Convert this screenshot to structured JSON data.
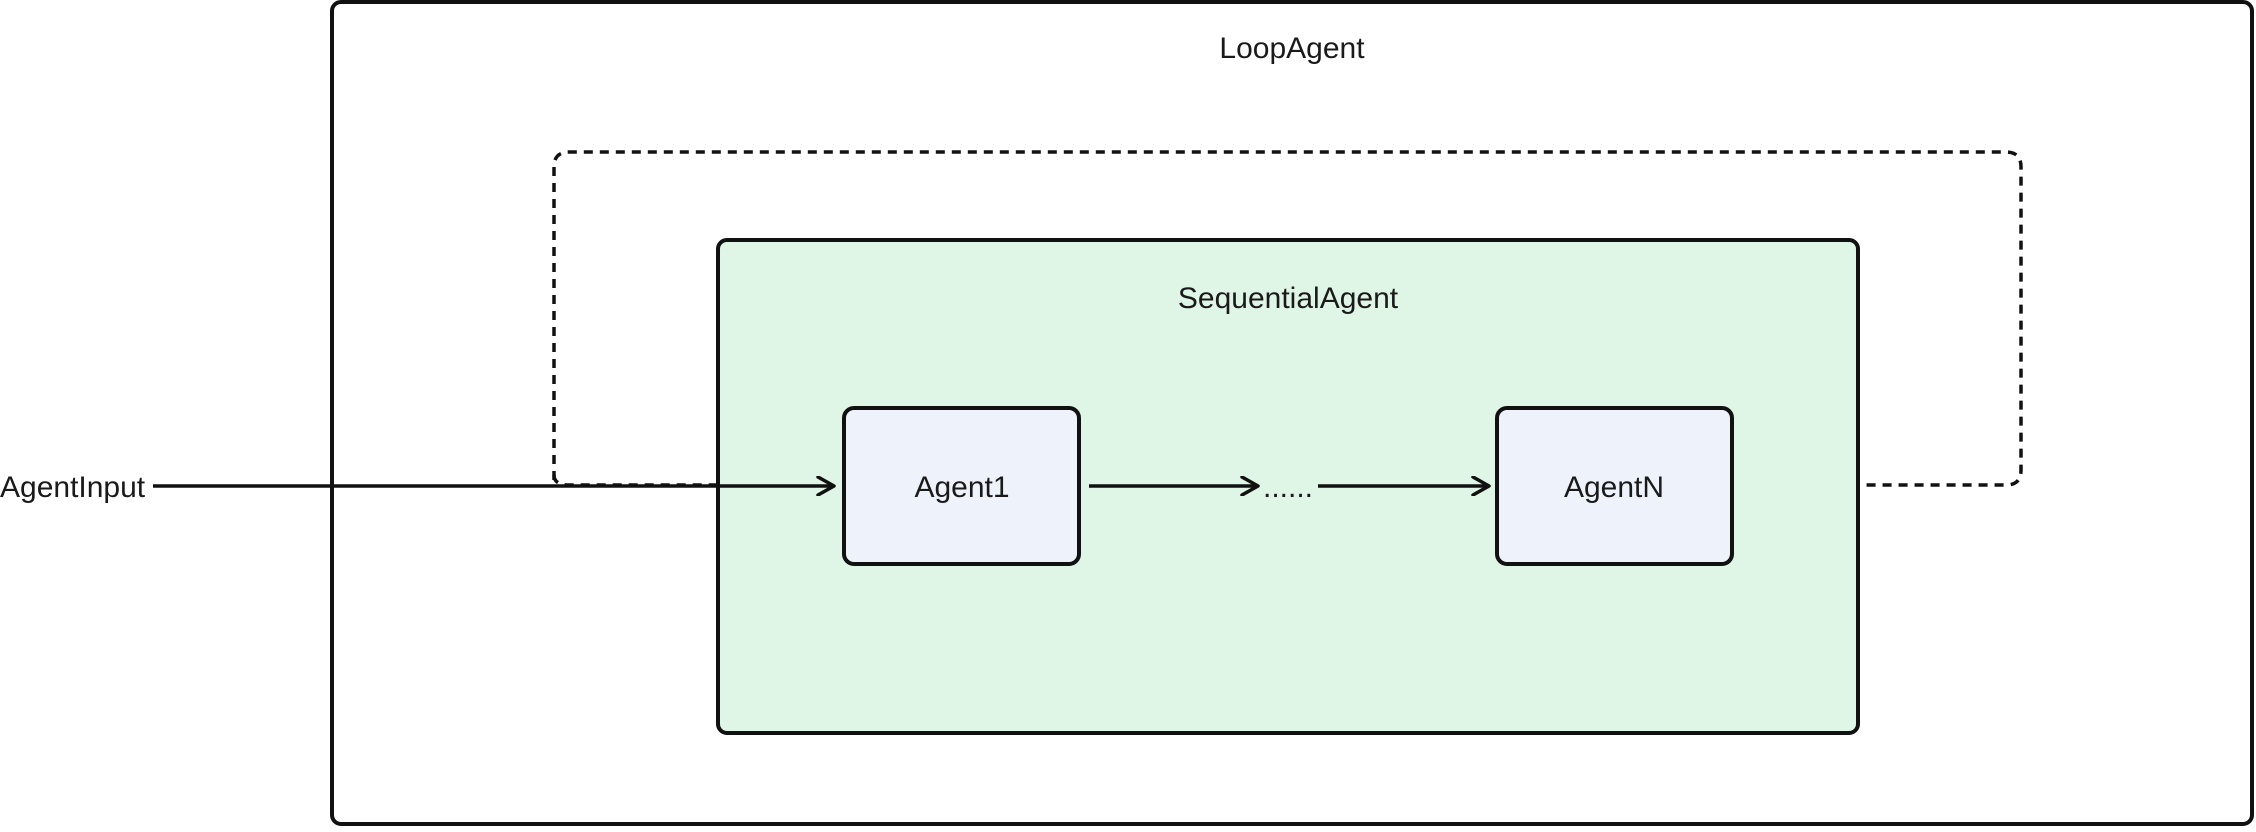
{
  "diagram": {
    "input_label": "AgentInput",
    "loop_agent_label": "LoopAgent",
    "sequential_agent_label": "SequentialAgent",
    "agent_first_label": "Agent1",
    "ellipsis_label": "......",
    "agent_last_label": "AgentN"
  },
  "colors": {
    "stroke": "#111111",
    "sequential_fill": "#dff5e5",
    "agent_fill": "#eef3fb",
    "background": "#ffffff"
  }
}
